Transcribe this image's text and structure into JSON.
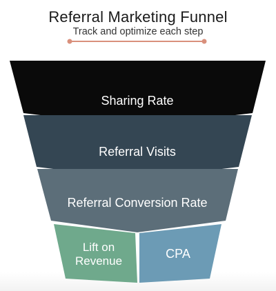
{
  "header": {
    "title": "Referral Marketing Funnel",
    "subtitle": "Track and optimize each step",
    "accent_color": "#d9907c"
  },
  "funnel": {
    "stages": [
      {
        "label": "Sharing Rate",
        "color": "#0a0a0a"
      },
      {
        "label": "Referral Visits",
        "color": "#344653"
      },
      {
        "label": "Referral Conversion Rate",
        "color": "#5c6e79"
      }
    ],
    "split": {
      "left": {
        "label_line1": "Lift on",
        "label_line2": "Revenue",
        "color": "#6fa98c"
      },
      "right": {
        "label": "CPA",
        "color": "#6c9bb5"
      }
    }
  }
}
